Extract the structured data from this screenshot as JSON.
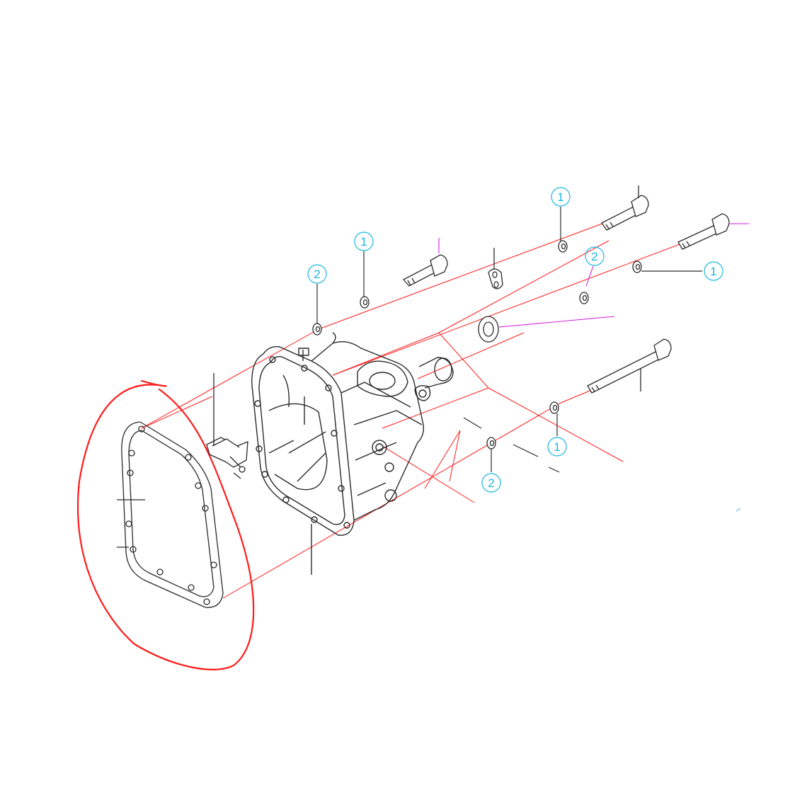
{
  "diagram": {
    "callouts": [
      {
        "label": "1"
      },
      {
        "label": "1"
      },
      {
        "label": "1"
      },
      {
        "label": "1"
      },
      {
        "label": "2"
      },
      {
        "label": "2"
      },
      {
        "label": "2"
      }
    ]
  },
  "colors": {
    "line_art": "#2a2a2a",
    "red": "#ff1a1a",
    "cyan": "#19b8e0",
    "magenta": "#d020d8"
  }
}
